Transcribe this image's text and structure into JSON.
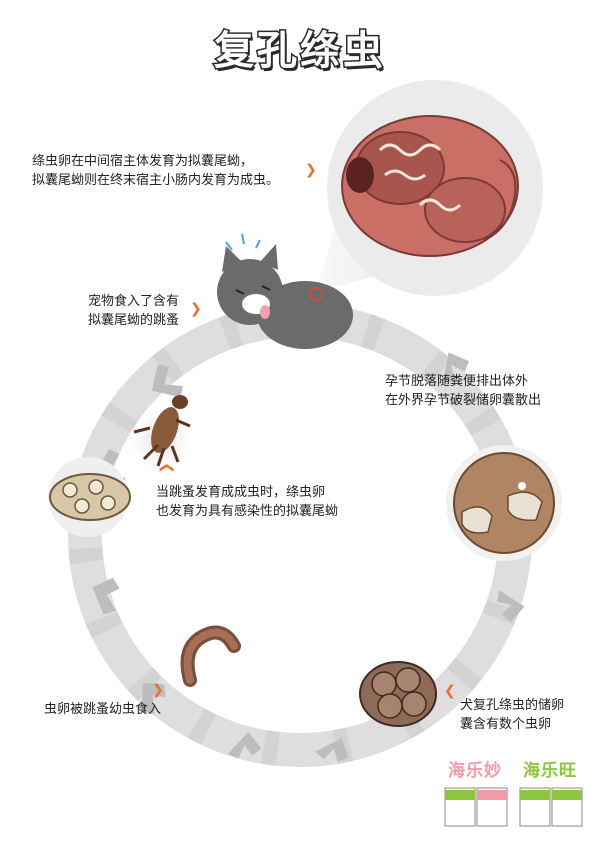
{
  "title": "复孔绦虫",
  "steps": {
    "egg_to_larva_in_intermediate": [
      "绦虫卵在中间宿主体发育为拟囊尾蚴，",
      "拟囊尾蚴则在终末宿主小肠内发育为成虫。"
    ],
    "pet_eats_flea": [
      "宠物食入了含有",
      "拟囊尾蚴的跳蚤"
    ],
    "segments_shed": [
      "孕节脱落随粪便排出体外",
      "在外界孕节破裂储卵囊散出"
    ],
    "flea_matures": [
      "当跳蚤发育成成虫时，绦虫卵",
      "也发育为具有感染性的拟囊尾蚴"
    ],
    "eggs_eaten_by_larva": [
      "虫卵被跳蚤幼虫食入"
    ],
    "egg_capsule": [
      "犬复孔绦虫的储卵",
      "囊含有数个虫卵"
    ]
  },
  "brands": [
    "海乐妙",
    "海乐旺"
  ],
  "colors": {
    "arrow": "#f26a2e",
    "cycle": "#dcdcdc",
    "cycle_chevron": "#c8c8c8",
    "intestine": "#c96f66",
    "cat": "#6b6b6b",
    "brand": "#f19aa8",
    "brand_green": "#8cc63f"
  }
}
